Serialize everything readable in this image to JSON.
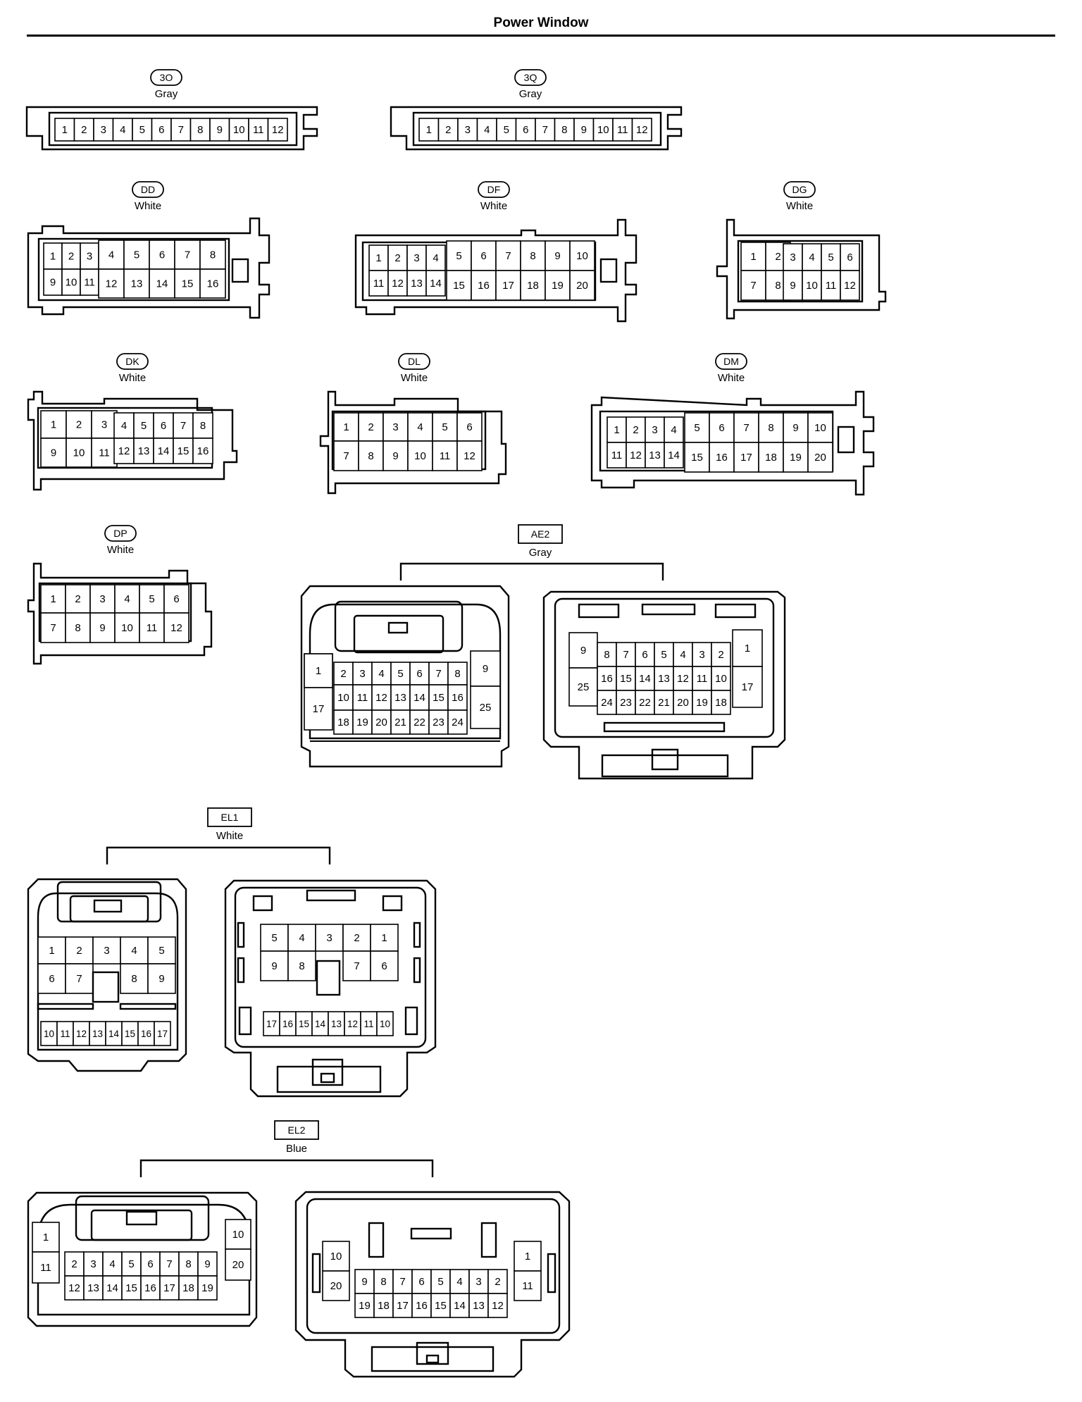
{
  "page_title": "Power Window",
  "connectors": [
    {
      "id": "3O",
      "color": "Gray",
      "tag_style": "pill"
    },
    {
      "id": "3Q",
      "color": "Gray",
      "tag_style": "pill"
    },
    {
      "id": "DD",
      "color": "White",
      "tag_style": "pill"
    },
    {
      "id": "DF",
      "color": "White",
      "tag_style": "pill"
    },
    {
      "id": "DG",
      "color": "White",
      "tag_style": "pill"
    },
    {
      "id": "DK",
      "color": "White",
      "tag_style": "pill"
    },
    {
      "id": "DL",
      "color": "White",
      "tag_style": "pill"
    },
    {
      "id": "DM",
      "color": "White",
      "tag_style": "pill"
    },
    {
      "id": "DP",
      "color": "White",
      "tag_style": "pill"
    },
    {
      "id": "AE2",
      "color": "Gray",
      "tag_style": "box"
    },
    {
      "id": "EL1",
      "color": "White",
      "tag_style": "box"
    },
    {
      "id": "EL2",
      "color": "Blue",
      "tag_style": "box"
    }
  ]
}
